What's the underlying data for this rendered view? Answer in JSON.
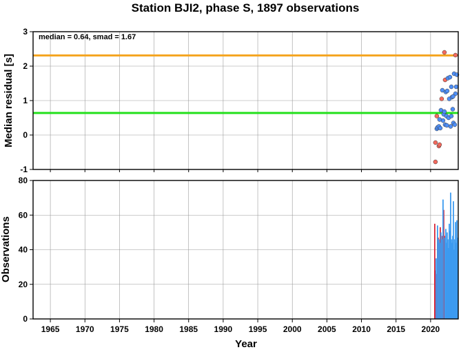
{
  "chart_data": [
    {
      "type": "scatter",
      "title": "Station BJI2, phase S, 1897 observations",
      "ylabel": "Median residual [s]",
      "annotation": "median = 0.64, smad = 1.67",
      "xlim": [
        1962.5,
        2024
      ],
      "ylim": [
        -1,
        3
      ],
      "yticks": [
        -1,
        0,
        1,
        2,
        3
      ],
      "grid": true,
      "reference_lines": [
        {
          "value": 2.31,
          "color": "#f5a623"
        },
        {
          "value": 0.64,
          "color": "#22e01a"
        }
      ],
      "series": [
        {
          "color": "#f46a5e",
          "points": [
            [
              2020.7,
              -0.78
            ],
            [
              2020.7,
              -0.22
            ],
            [
              2020.9,
              0.55
            ],
            [
              2021.2,
              -0.32
            ],
            [
              2021.3,
              -0.28
            ],
            [
              2021.6,
              1.05
            ],
            [
              2022.0,
              2.4
            ],
            [
              2022.1,
              1.6
            ],
            [
              2023.6,
              2.32
            ]
          ]
        },
        {
          "color": "#4f8ff7",
          "points": [
            [
              2020.9,
              0.18
            ],
            [
              2021.0,
              0.22
            ],
            [
              2021.2,
              0.25
            ],
            [
              2021.4,
              0.2
            ],
            [
              2021.5,
              0.72
            ],
            [
              2021.7,
              1.3
            ],
            [
              2021.8,
              0.42
            ],
            [
              2021.9,
              0.6
            ],
            [
              2022.0,
              0.68
            ],
            [
              2022.1,
              0.3
            ],
            [
              2022.2,
              1.25
            ],
            [
              2022.3,
              0.55
            ],
            [
              2022.4,
              1.28
            ],
            [
              2022.5,
              1.65
            ],
            [
              2022.6,
              0.5
            ],
            [
              2022.7,
              1.05
            ],
            [
              2022.8,
              1.68
            ],
            [
              2022.9,
              0.25
            ],
            [
              2023.0,
              1.4
            ],
            [
              2023.0,
              0.55
            ],
            [
              2023.1,
              1.1
            ],
            [
              2023.2,
              0.75
            ],
            [
              2023.3,
              0.35
            ],
            [
              2023.4,
              1.78
            ],
            [
              2023.5,
              0.3
            ],
            [
              2023.6,
              1.2
            ],
            [
              2023.7,
              1.4
            ],
            [
              2023.8,
              1.75
            ],
            [
              2021.3,
              0.45
            ],
            [
              2022.35,
              0.28
            ],
            [
              2023.25,
              1.12
            ]
          ]
        }
      ]
    },
    {
      "type": "bar",
      "ylabel": "Observations",
      "xlabel": "Year",
      "xlim": [
        1962.5,
        2024
      ],
      "ylim": [
        0,
        80
      ],
      "xticks": [
        1965,
        1970,
        1975,
        1980,
        1985,
        1990,
        1995,
        2000,
        2005,
        2010,
        2015,
        2020
      ],
      "yticks": [
        0,
        20,
        40,
        60,
        80
      ],
      "grid": true,
      "series": [
        {
          "color": "#d8263a",
          "bars": [
            [
              2020.6,
              55
            ],
            [
              2020.75,
              28
            ],
            [
              2020.9,
              26
            ],
            [
              2021.1,
              47
            ],
            [
              2021.4,
              53
            ],
            [
              2021.7,
              48
            ],
            [
              2021.9,
              63
            ],
            [
              2022.0,
              48
            ]
          ]
        },
        {
          "color": "#3d9bf0",
          "bars": [
            [
              2020.8,
              35
            ],
            [
              2021.0,
              54
            ],
            [
              2021.2,
              46
            ],
            [
              2021.3,
              44
            ],
            [
              2021.5,
              50
            ],
            [
              2021.6,
              46
            ],
            [
              2021.8,
              69
            ],
            [
              2022.05,
              47
            ],
            [
              2022.2,
              52
            ],
            [
              2022.3,
              44
            ],
            [
              2022.4,
              50
            ],
            [
              2022.5,
              46
            ],
            [
              2022.6,
              41
            ],
            [
              2022.7,
              55
            ],
            [
              2022.8,
              51
            ],
            [
              2022.9,
              73
            ],
            [
              2023.0,
              46
            ],
            [
              2023.1,
              44
            ],
            [
              2023.2,
              48
            ],
            [
              2023.3,
              68
            ],
            [
              2023.4,
              40
            ],
            [
              2023.5,
              46
            ],
            [
              2023.6,
              56
            ],
            [
              2023.7,
              44
            ],
            [
              2023.8,
              57
            ],
            [
              2023.9,
              47
            ]
          ]
        }
      ]
    }
  ]
}
